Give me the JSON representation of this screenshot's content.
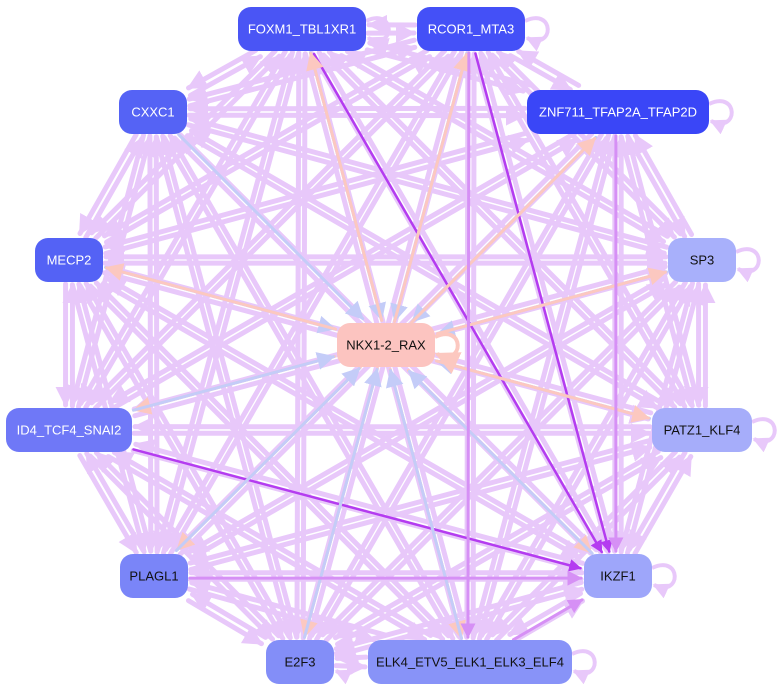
{
  "diagram": {
    "type": "directed-network",
    "nodes": [
      {
        "id": "FOXM1_TBL1XR1",
        "label": "FOXM1_TBL1XR1",
        "fill": "#4a55f5",
        "text_color": "#ffffff"
      },
      {
        "id": "RCOR1_MTA3",
        "label": "RCOR1_MTA3",
        "fill": "#4450f7",
        "text_color": "#ffffff"
      },
      {
        "id": "ZNF711_TFAP2A_TFAP2D",
        "label": "ZNF711_TFAP2A_TFAP2D",
        "fill": "#3a46f7",
        "text_color": "#ffffff"
      },
      {
        "id": "CXXC1",
        "label": "CXXC1",
        "fill": "#5563f5",
        "text_color": "#ffffff"
      },
      {
        "id": "MECP2",
        "label": "MECP2",
        "fill": "#5462f5",
        "text_color": "#ffffff"
      },
      {
        "id": "SP3",
        "label": "SP3",
        "fill": "#a8b0fb",
        "text_color": "#111111"
      },
      {
        "id": "NKX1-2_RAX",
        "label": "NKX1-2_RAX",
        "fill": "#fcc4c0",
        "text_color": "#111111"
      },
      {
        "id": "ID4_TCF4_SNAI2",
        "label": "ID4_TCF4_SNAI2",
        "fill": "#6f78f7",
        "text_color": "#ffffff"
      },
      {
        "id": "PATZ1_KLF4",
        "label": "PATZ1_KLF4",
        "fill": "#a6adfa",
        "text_color": "#111111"
      },
      {
        "id": "PLAGL1",
        "label": "PLAGL1",
        "fill": "#7a85f8",
        "text_color": "#111111"
      },
      {
        "id": "IKZF1",
        "label": "IKZF1",
        "fill": "#9ea6fa",
        "text_color": "#111111"
      },
      {
        "id": "E2F3",
        "label": "E2F3",
        "fill": "#838ef8",
        "text_color": "#111111"
      },
      {
        "id": "ELK4_ETV5_ELK1_ELK3_ELF4",
        "label": "ELK4_ETV5_ELK1_ELK3_ELF4",
        "fill": "#8893f8",
        "text_color": "#111111"
      }
    ],
    "edge_colors": {
      "default": "#e8c8fa",
      "strong": "#b43cf0",
      "medium": "#d690f5",
      "blue": "#c4ccf8",
      "salmon": "#fcc8c0"
    },
    "highlight_edges": [
      {
        "from": "FOXM1_TBL1XR1",
        "to": "IKZF1",
        "color": "strong"
      },
      {
        "from": "RCOR1_MTA3",
        "to": "IKZF1",
        "color": "strong"
      },
      {
        "from": "ID4_TCF4_SNAI2",
        "to": "IKZF1",
        "color": "strong"
      },
      {
        "from": "CXXC1",
        "to": "NKX1-2_RAX",
        "color": "blue"
      },
      {
        "from": "FOXM1_TBL1XR1",
        "to": "NKX1-2_RAX",
        "color": "blue"
      },
      {
        "from": "RCOR1_MTA3",
        "to": "NKX1-2_RAX",
        "color": "blue"
      },
      {
        "from": "ZNF711_TFAP2A_TFAP2D",
        "to": "NKX1-2_RAX",
        "color": "blue"
      },
      {
        "from": "SP3",
        "to": "NKX1-2_RAX",
        "color": "blue"
      },
      {
        "from": "PATZ1_KLF4",
        "to": "NKX1-2_RAX",
        "color": "blue"
      },
      {
        "from": "MECP2",
        "to": "NKX1-2_RAX",
        "color": "blue"
      },
      {
        "from": "NKX1-2_RAX",
        "to": "FOXM1_TBL1XR1",
        "color": "salmon"
      },
      {
        "from": "NKX1-2_RAX",
        "to": "RCOR1_MTA3",
        "color": "salmon"
      },
      {
        "from": "NKX1-2_RAX",
        "to": "ZNF711_TFAP2A_TFAP2D",
        "color": "salmon"
      },
      {
        "from": "NKX1-2_RAX",
        "to": "SP3",
        "color": "salmon"
      },
      {
        "from": "NKX1-2_RAX",
        "to": "MECP2",
        "color": "salmon"
      },
      {
        "from": "NKX1-2_RAX",
        "to": "ID4_TCF4_SNAI2",
        "color": "salmon"
      },
      {
        "from": "NKX1-2_RAX",
        "to": "PATZ1_KLF4",
        "color": "salmon"
      },
      {
        "from": "NKX1-2_RAX",
        "to": "PLAGL1",
        "color": "salmon"
      },
      {
        "from": "NKX1-2_RAX",
        "to": "IKZF1",
        "color": "salmon"
      },
      {
        "from": "NKX1-2_RAX",
        "to": "E2F3",
        "color": "salmon"
      },
      {
        "from": "NKX1-2_RAX",
        "to": "ELK4_ETV5_ELK1_ELK3_ELF4",
        "color": "salmon"
      },
      {
        "from": "E2F3",
        "to": "NKX1-2_RAX",
        "color": "blue"
      },
      {
        "from": "ELK4_ETV5_ELK1_ELK3_ELF4",
        "to": "NKX1-2_RAX",
        "color": "blue"
      },
      {
        "from": "PLAGL1",
        "to": "NKX1-2_RAX",
        "color": "blue"
      },
      {
        "from": "IKZF1",
        "to": "NKX1-2_RAX",
        "color": "blue"
      },
      {
        "from": "ID4_TCF4_SNAI2",
        "to": "NKX1-2_RAX",
        "color": "blue"
      },
      {
        "from": "ZNF711_TFAP2A_TFAP2D",
        "to": "IKZF1",
        "color": "medium"
      },
      {
        "from": "ELK4_ETV5_ELK1_ELK3_ELF4",
        "to": "IKZF1",
        "color": "medium"
      },
      {
        "from": "RCOR1_MTA3",
        "to": "ELK4_ETV5_ELK1_ELK3_ELF4",
        "color": "medium"
      },
      {
        "from": "PLAGL1",
        "to": "IKZF1",
        "color": "medium"
      }
    ],
    "self_loops": [
      "FOXM1_TBL1XR1",
      "RCOR1_MTA3",
      "ZNF711_TFAP2A_TFAP2D",
      "SP3",
      "NKX1-2_RAX",
      "PATZ1_KLF4",
      "IKZF1",
      "ELK4_ETV5_ELK1_ELK3_ELF4",
      "E2F3"
    ],
    "dense_background_edges": "all-pairs"
  }
}
